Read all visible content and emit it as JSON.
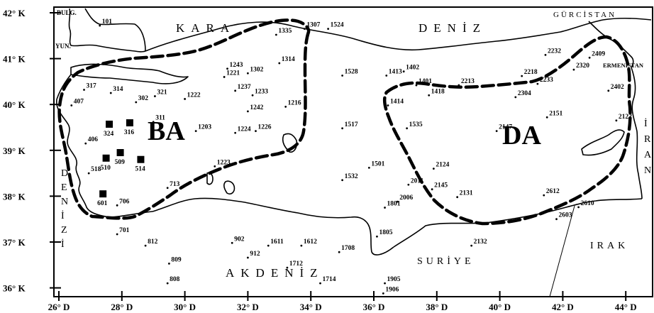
{
  "axes": {
    "lat_ticks": [
      "42° K",
      "41° K",
      "40° K",
      "39° K",
      "38° K",
      "37° K",
      "36° K"
    ],
    "lon_ticks": [
      "26° D",
      "28° D",
      "30° D",
      "32° D",
      "34° D",
      "36° D",
      "38° D",
      "40° D",
      "42° D",
      "44° D"
    ]
  },
  "seas": {
    "black_sea_1": "KARA",
    "black_sea_2": "DENİZ",
    "mediterranean": "AKDENİZ",
    "aegean_letters": [
      "D",
      "E",
      "N",
      "İ",
      "Z",
      "İ"
    ]
  },
  "countries": {
    "bulgaria": "BULG.",
    "greece": "YUN.",
    "georgia": "GÜRCİSTAN",
    "armenia": "ERMENİSTAN",
    "iran_letters": [
      "İ",
      "R",
      "A",
      "N"
    ],
    "iraq": "IRAK",
    "syria": "SURİYE"
  },
  "regions": {
    "west": "BA",
    "east": "DA"
  },
  "stations": [
    {
      "id": "101",
      "lon": 27.3,
      "lat": 41.72,
      "marker": "dot"
    },
    {
      "id": "1335",
      "lon": 32.9,
      "lat": 41.52,
      "marker": "dot"
    },
    {
      "id": "1307",
      "lon": 33.8,
      "lat": 41.65,
      "marker": "dot"
    },
    {
      "id": "1524",
      "lon": 34.55,
      "lat": 41.65,
      "marker": "dot"
    },
    {
      "id": "1243",
      "lon": 31.35,
      "lat": 40.78,
      "marker": "dot"
    },
    {
      "id": "1221",
      "lon": 31.25,
      "lat": 40.6,
      "marker": "dot"
    },
    {
      "id": "1302",
      "lon": 32.0,
      "lat": 40.68,
      "marker": "dot"
    },
    {
      "id": "1314",
      "lon": 33.0,
      "lat": 40.9,
      "marker": "dot"
    },
    {
      "id": "1528",
      "lon": 35.0,
      "lat": 40.63,
      "marker": "dot"
    },
    {
      "id": "1413",
      "lon": 36.4,
      "lat": 40.63,
      "marker": "dot"
    },
    {
      "id": "1402",
      "lon": 36.95,
      "lat": 40.72,
      "marker": "dot"
    },
    {
      "id": "1401",
      "lon": 37.35,
      "lat": 40.42,
      "marker": "dot"
    },
    {
      "id": "2213",
      "lon": 38.7,
      "lat": 40.42,
      "marker": "dot"
    },
    {
      "id": "2218",
      "lon": 40.7,
      "lat": 40.62,
      "marker": "dot"
    },
    {
      "id": "2232",
      "lon": 41.45,
      "lat": 41.08,
      "marker": "dot"
    },
    {
      "id": "2409",
      "lon": 42.85,
      "lat": 41.02,
      "marker": "dot"
    },
    {
      "id": "2320",
      "lon": 42.35,
      "lat": 40.76,
      "marker": "dot"
    },
    {
      "id": "2233",
      "lon": 41.2,
      "lat": 40.45,
      "marker": "dot"
    },
    {
      "id": "1418",
      "lon": 37.75,
      "lat": 40.2,
      "marker": "dot"
    },
    {
      "id": "2304",
      "lon": 40.5,
      "lat": 40.16,
      "marker": "dot"
    },
    {
      "id": "2402",
      "lon": 43.45,
      "lat": 40.3,
      "marker": "dot"
    },
    {
      "id": "317",
      "lon": 26.8,
      "lat": 40.32,
      "marker": "dot"
    },
    {
      "id": "314",
      "lon": 27.65,
      "lat": 40.25,
      "marker": "dot"
    },
    {
      "id": "302",
      "lon": 28.45,
      "lat": 40.05,
      "marker": "dot"
    },
    {
      "id": "321",
      "lon": 29.05,
      "lat": 40.18,
      "marker": "dot"
    },
    {
      "id": "1222",
      "lon": 30.0,
      "lat": 40.12,
      "marker": "dot"
    },
    {
      "id": "1237",
      "lon": 31.6,
      "lat": 40.3,
      "marker": "dot"
    },
    {
      "id": "1233",
      "lon": 32.15,
      "lat": 40.2,
      "marker": "dot"
    },
    {
      "id": "1216",
      "lon": 33.2,
      "lat": 39.95,
      "marker": "dot"
    },
    {
      "id": "1414",
      "lon": 36.45,
      "lat": 39.98,
      "marker": "dot"
    },
    {
      "id": "407",
      "lon": 26.4,
      "lat": 39.98,
      "marker": "dot"
    },
    {
      "id": "324",
      "lon": 27.6,
      "lat": 39.57,
      "marker": "square"
    },
    {
      "id": "316",
      "lon": 28.25,
      "lat": 39.6,
      "marker": "square"
    },
    {
      "id": "311",
      "lon": 29.0,
      "lat": 39.62,
      "marker": "dot"
    },
    {
      "id": "1242",
      "lon": 32.0,
      "lat": 39.85,
      "marker": "dot"
    },
    {
      "id": "2151",
      "lon": 41.5,
      "lat": 39.72,
      "marker": "dot"
    },
    {
      "id": "2122",
      "lon": 43.7,
      "lat": 39.65,
      "marker": "dot"
    },
    {
      "id": "1203",
      "lon": 30.35,
      "lat": 39.42,
      "marker": "dot"
    },
    {
      "id": "1224",
      "lon": 31.6,
      "lat": 39.38,
      "marker": "dot"
    },
    {
      "id": "1226",
      "lon": 32.25,
      "lat": 39.42,
      "marker": "dot"
    },
    {
      "id": "1517",
      "lon": 35.0,
      "lat": 39.48,
      "marker": "dot"
    },
    {
      "id": "1535",
      "lon": 37.05,
      "lat": 39.48,
      "marker": "dot"
    },
    {
      "id": "2147",
      "lon": 39.9,
      "lat": 39.42,
      "marker": "dot"
    },
    {
      "id": "406",
      "lon": 26.85,
      "lat": 39.15,
      "marker": "dot"
    },
    {
      "id": "509",
      "lon": 27.95,
      "lat": 38.95,
      "marker": "square"
    },
    {
      "id": "510",
      "lon": 27.5,
      "lat": 38.83,
      "marker": "square"
    },
    {
      "id": "514",
      "lon": 28.6,
      "lat": 38.8,
      "marker": "square"
    },
    {
      "id": "518",
      "lon": 26.95,
      "lat": 38.5,
      "marker": "dot"
    },
    {
      "id": "1223",
      "lon": 30.95,
      "lat": 38.65,
      "marker": "dot"
    },
    {
      "id": "1501",
      "lon": 35.85,
      "lat": 38.62,
      "marker": "dot"
    },
    {
      "id": "1532",
      "lon": 35.0,
      "lat": 38.35,
      "marker": "dot"
    },
    {
      "id": "2124",
      "lon": 37.9,
      "lat": 38.6,
      "marker": "dot"
    },
    {
      "id": "2011",
      "lon": 37.1,
      "lat": 38.25,
      "marker": "dot"
    },
    {
      "id": "2145",
      "lon": 37.85,
      "lat": 38.15,
      "marker": "dot"
    },
    {
      "id": "2131",
      "lon": 38.65,
      "lat": 37.98,
      "marker": "dot"
    },
    {
      "id": "713",
      "lon": 29.45,
      "lat": 38.18,
      "marker": "dot"
    },
    {
      "id": "601",
      "lon": 27.4,
      "lat": 38.05,
      "marker": "square"
    },
    {
      "id": "706",
      "lon": 27.85,
      "lat": 37.8,
      "marker": "dot"
    },
    {
      "id": "2006",
      "lon": 36.75,
      "lat": 37.88,
      "marker": "dot"
    },
    {
      "id": "1801",
      "lon": 36.35,
      "lat": 37.75,
      "marker": "dot"
    },
    {
      "id": "2612",
      "lon": 41.4,
      "lat": 38.02,
      "marker": "dot"
    },
    {
      "id": "2610",
      "lon": 42.5,
      "lat": 37.76,
      "marker": "dot"
    },
    {
      "id": "2603",
      "lon": 41.8,
      "lat": 37.5,
      "marker": "dot"
    },
    {
      "id": "701",
      "lon": 27.85,
      "lat": 37.17,
      "marker": "dot"
    },
    {
      "id": "902",
      "lon": 31.5,
      "lat": 36.98,
      "marker": "dot"
    },
    {
      "id": "1611",
      "lon": 32.65,
      "lat": 36.92,
      "marker": "dot"
    },
    {
      "id": "1612",
      "lon": 33.7,
      "lat": 36.92,
      "marker": "dot"
    },
    {
      "id": "1805",
      "lon": 36.1,
      "lat": 37.12,
      "marker": "dot"
    },
    {
      "id": "1708",
      "lon": 34.9,
      "lat": 36.78,
      "marker": "dot"
    },
    {
      "id": "812",
      "lon": 28.75,
      "lat": 36.92,
      "marker": "dot"
    },
    {
      "id": "2132",
      "lon": 39.1,
      "lat": 36.92,
      "marker": "dot"
    },
    {
      "id": "912",
      "lon": 32.0,
      "lat": 36.66,
      "marker": "dot"
    },
    {
      "id": "809",
      "lon": 29.5,
      "lat": 36.53,
      "marker": "dot"
    },
    {
      "id": "1712",
      "lon": 33.25,
      "lat": 36.44,
      "marker": "dot"
    },
    {
      "id": "808",
      "lon": 29.45,
      "lat": 36.1,
      "marker": "dot"
    },
    {
      "id": "1714",
      "lon": 34.3,
      "lat": 36.1,
      "marker": "dot"
    },
    {
      "id": "1905",
      "lon": 36.35,
      "lat": 36.1,
      "marker": "dot"
    },
    {
      "id": "1906",
      "lon": 36.3,
      "lat": 35.88,
      "marker": "dot"
    }
  ]
}
